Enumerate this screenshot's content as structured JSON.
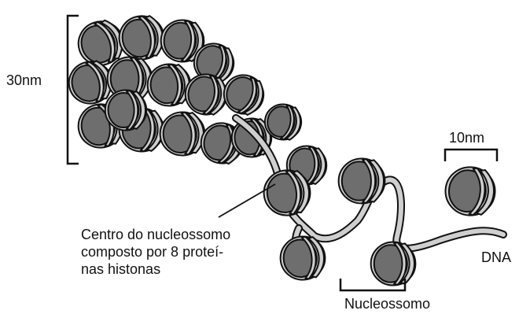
{
  "labels": {
    "fiber_width": "30nm",
    "nucleosome_width": "10nm",
    "core_line1": "Centro do nucleossomo",
    "core_line2": "composto por 8 proteí-",
    "core_line3": "nas histonas",
    "dna": "DNA",
    "nucleosome": "Nucleossomo"
  },
  "colors": {
    "core": "#6e6e6e",
    "dna_strand": "#cfcfcf",
    "outline": "#111111"
  }
}
